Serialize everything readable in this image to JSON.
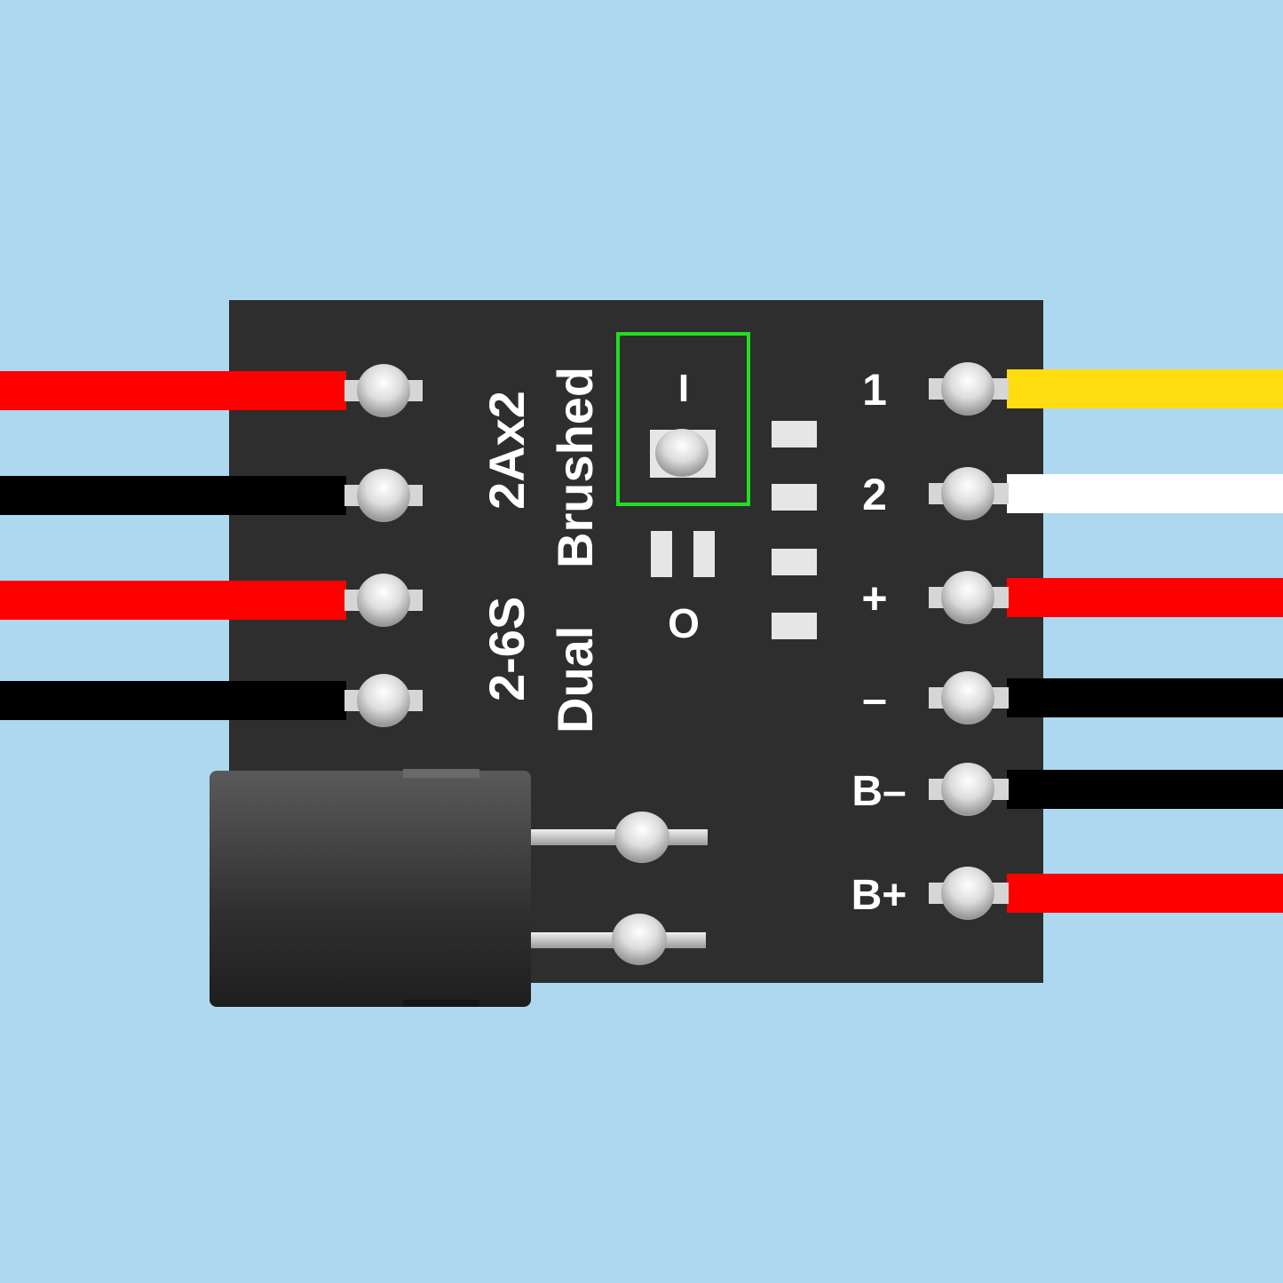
{
  "colors": {
    "background": "#add8f0",
    "board": "#2e2e2e",
    "pad": "#d8d8d8",
    "switch_box": "#22dd22",
    "capacitor": "#3a3a3a"
  },
  "board": {
    "vertical_text": {
      "line1": "2-6S",
      "line1b": "2Ax2",
      "line2": "Dual",
      "line2b": "Brushed"
    },
    "switch": {
      "on_label": "I",
      "off_label": "O"
    }
  },
  "left_wires": [
    {
      "name": "left-wire-1",
      "color": "#ff0000"
    },
    {
      "name": "left-wire-2",
      "color": "#000000"
    },
    {
      "name": "left-wire-3",
      "color": "#ff0000"
    },
    {
      "name": "left-wire-4",
      "color": "#000000"
    }
  ],
  "right_wires": [
    {
      "label": "1",
      "color": "#ffdd10"
    },
    {
      "label": "2",
      "color": "#ffffff"
    },
    {
      "label": "+",
      "color": "#ff0000"
    },
    {
      "label": "–",
      "color": "#000000"
    },
    {
      "label": "B–",
      "color": "#000000"
    },
    {
      "label": "B+",
      "color": "#ff0000"
    }
  ],
  "icons": {
    "capacitor": "capacitor-icon",
    "switch": "slide-switch-icon"
  }
}
